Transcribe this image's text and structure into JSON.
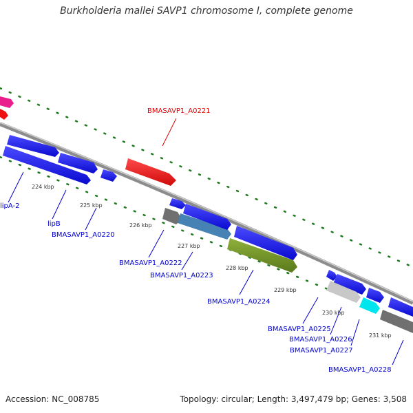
{
  "title": "Burkholderia mallei SAVP1 chromosome I, complete genome",
  "footer": {
    "accession": "Accession: NC_008785",
    "summary": "Topology: circular; Length: 3,497,479 bp; Genes: 3,508"
  },
  "scale": {
    "unit": "kbp",
    "tick_labels": [
      "224 kbp",
      "225 kbp",
      "226 kbp",
      "227 kbp",
      "228 kbp",
      "229 kbp",
      "230 kbp",
      "231 kbp"
    ]
  },
  "genes": {
    "BMASAVP1_A0221": "BMASAVP1_A0221",
    "lipA_2": "lipA-2",
    "lipB": "lipB",
    "BMASAVP1_A0220": "BMASAVP1_A0220",
    "BMASAVP1_A0222": "BMASAVP1_A0222",
    "BMASAVP1_A0223": "BMASAVP1_A0223",
    "BMASAVP1_A0224": "BMASAVP1_A0224",
    "BMASAVP1_A0225": "BMASAVP1_A0225",
    "BMASAVP1_A0226": "BMASAVP1_A0226",
    "BMASAVP1_A0227": "BMASAVP1_A0227",
    "BMASAVP1_A0228": "BMASAVP1_A0228"
  },
  "colors": {
    "backbone": "#8c8c8c",
    "tick_green": "#1f7a1f",
    "cds_blue": "#1414e6",
    "highlight_red": "#ee1111",
    "olive": "#6b8e23",
    "cyan": "#00e5ee",
    "magenta": "#e91e8c",
    "dark_gray": "#707070",
    "light_gray": "#c8c8c8",
    "steel_blue": "#4682b4",
    "label_blue": "#0000cc",
    "label_red": "#dd0000"
  }
}
